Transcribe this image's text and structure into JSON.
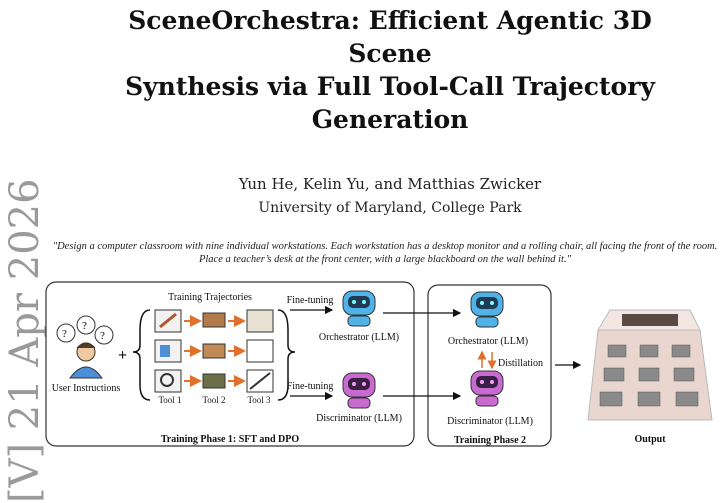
{
  "paper": {
    "title_lines": [
      "SceneOrchestra: Efficient Agentic 3D Scene",
      "Synthesis via Full Tool-Call Trajectory",
      "Generation"
    ],
    "authors": "Yun He, Kelin Yu, and Matthias Zwicker",
    "affiliation": "University of Maryland, College Park",
    "arxiv_stamp": "[V] 21 Apr 2026"
  },
  "figure": {
    "prompt": "\"Design a computer classroom with nine individual workstations. Each workstation has a desktop monitor and a rolling chair, all facing the front of the room. Place a teacher’s desk at the front center, with a large blackboard on the wall behind it.\"",
    "user_label": "User Instructions",
    "plus": "+",
    "trajectories_title": "Training Trajectories",
    "tool_labels": [
      "Tool 1",
      "Tool 2",
      "Tool 3"
    ],
    "finetune_top": "Fine-tuning",
    "finetune_bottom": "Fine-tuning",
    "orchestrator_label": "Orchestrator (LLM)",
    "discriminator_label": "Discriminator (LLM)",
    "phase1_label": "Training Phase 1: SFT and DPO",
    "phase2_orchestrator": "Orchestrator (LLM)",
    "phase2_discriminator": "Discriminator (LLM)",
    "distillation": "Distillation",
    "phase2_label": "Training Phase 2",
    "output_label": "Output",
    "colors": {
      "orchestrator": "#4fb3e8",
      "discriminator": "#c86ad0",
      "arrow": "#e0702a",
      "frame": "#333333"
    }
  }
}
